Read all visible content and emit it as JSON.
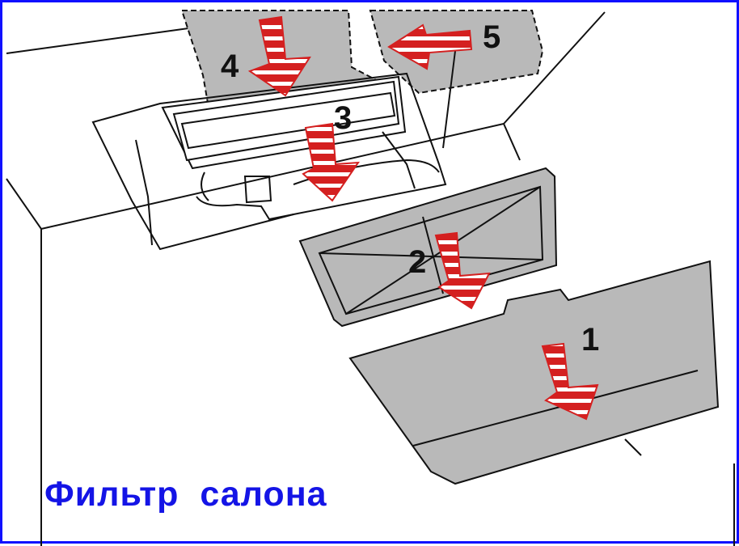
{
  "caption": "Фильтр  салона",
  "steps": [
    {
      "id": "1",
      "label": "1"
    },
    {
      "id": "2",
      "label": "2"
    },
    {
      "id": "3",
      "label": "3"
    },
    {
      "id": "4",
      "label": "4"
    },
    {
      "id": "5",
      "label": "5"
    }
  ],
  "colors": {
    "frame": "#1010ff",
    "caption": "#1414e6",
    "arrow": "#d42020",
    "arrow_stripe": "#ffffff",
    "part_fill": "#b9b9b9",
    "line": "#111111"
  }
}
